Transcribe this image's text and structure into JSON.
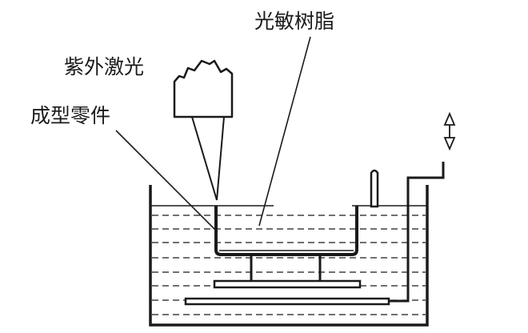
{
  "labels": {
    "resin": "光敏树脂",
    "laser": "紫外激光",
    "part": "成型零件"
  },
  "icons": {
    "lift_direction": "up-down-arrow-icon"
  },
  "colors": {
    "ink": "#1a1a1a",
    "background": "#ffffff"
  }
}
